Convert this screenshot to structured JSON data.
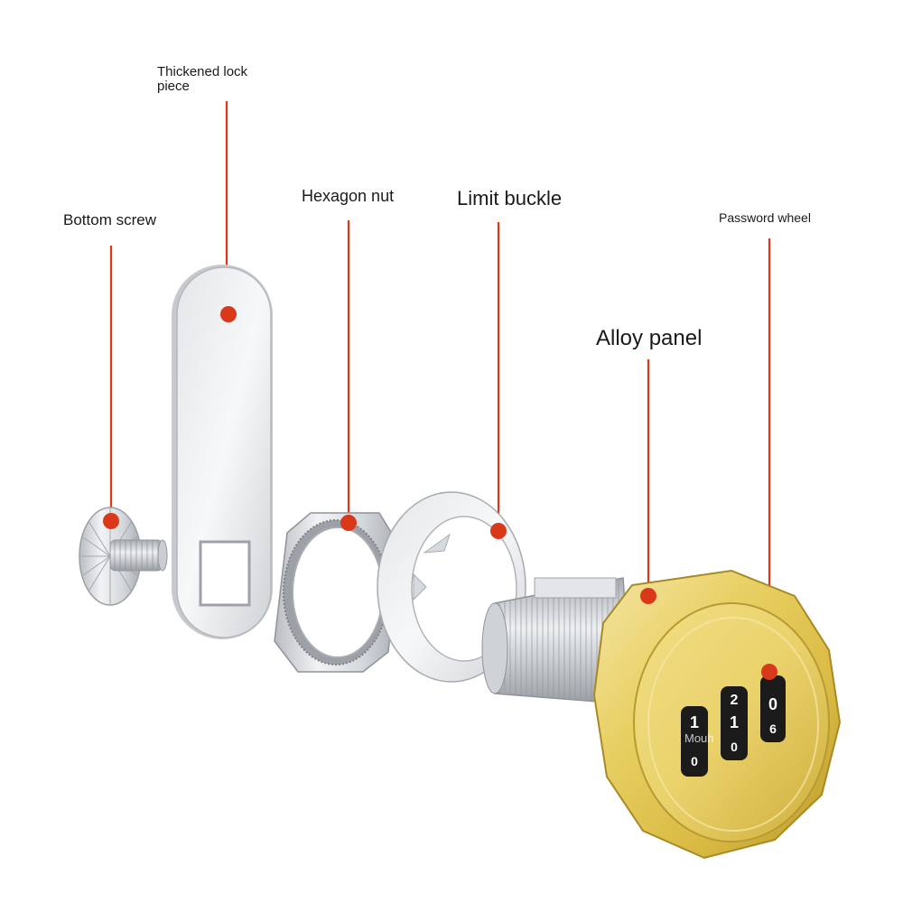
{
  "labels": {
    "thickened_lock_piece": "Thickened lock\npiece",
    "bottom_screw": "Bottom screw",
    "hexagon_nut": "Hexagon nut",
    "limit_buckle": "Limit buckle",
    "password_wheel": "Password wheel",
    "alloy_panel": "Alloy panel"
  },
  "dial_digits": {
    "left": [
      "1",
      "0"
    ],
    "middle": [
      "2",
      "1",
      "0"
    ],
    "right": [
      "0",
      "6"
    ]
  },
  "watermark": "Mouh",
  "colors": {
    "callout": "#d9391a",
    "gold": "#e8cf62",
    "silver": "#d7d9dc"
  }
}
